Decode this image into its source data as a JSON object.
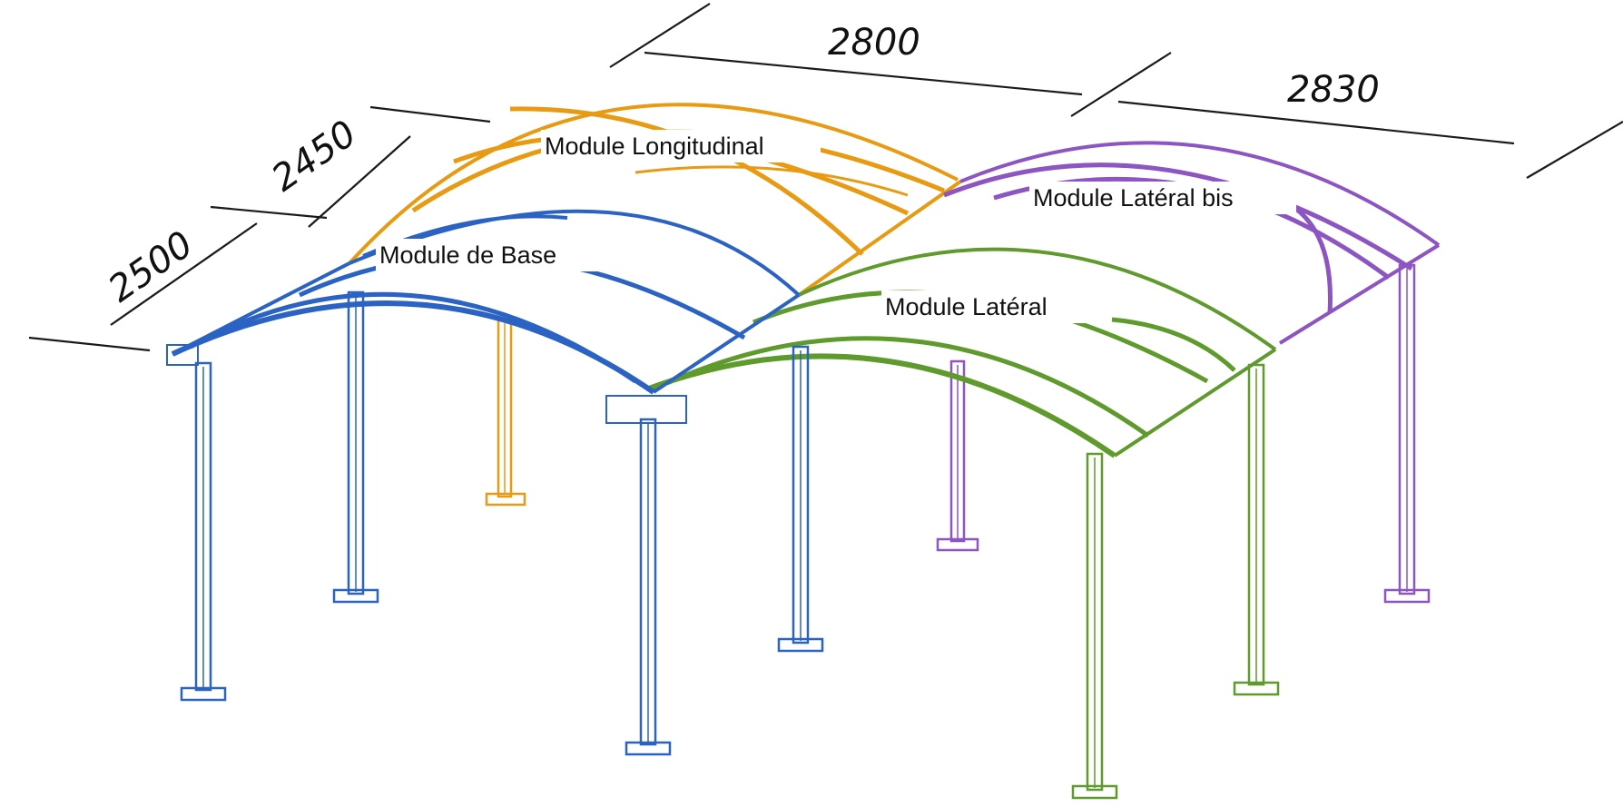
{
  "dimensions": {
    "d2500": "2500",
    "d2450": "2450",
    "d2800": "2800",
    "d2830": "2830"
  },
  "modules": {
    "base": {
      "label": "Module de Base",
      "color": "#2b63c4"
    },
    "longitudinal": {
      "label": "Module Longitudinal",
      "color": "#e89a12"
    },
    "lateral": {
      "label": "Module Latéral",
      "color": "#5e9a2c"
    },
    "lateral_bis": {
      "label": "Module Latéral bis",
      "color": "#8c55c2"
    }
  }
}
